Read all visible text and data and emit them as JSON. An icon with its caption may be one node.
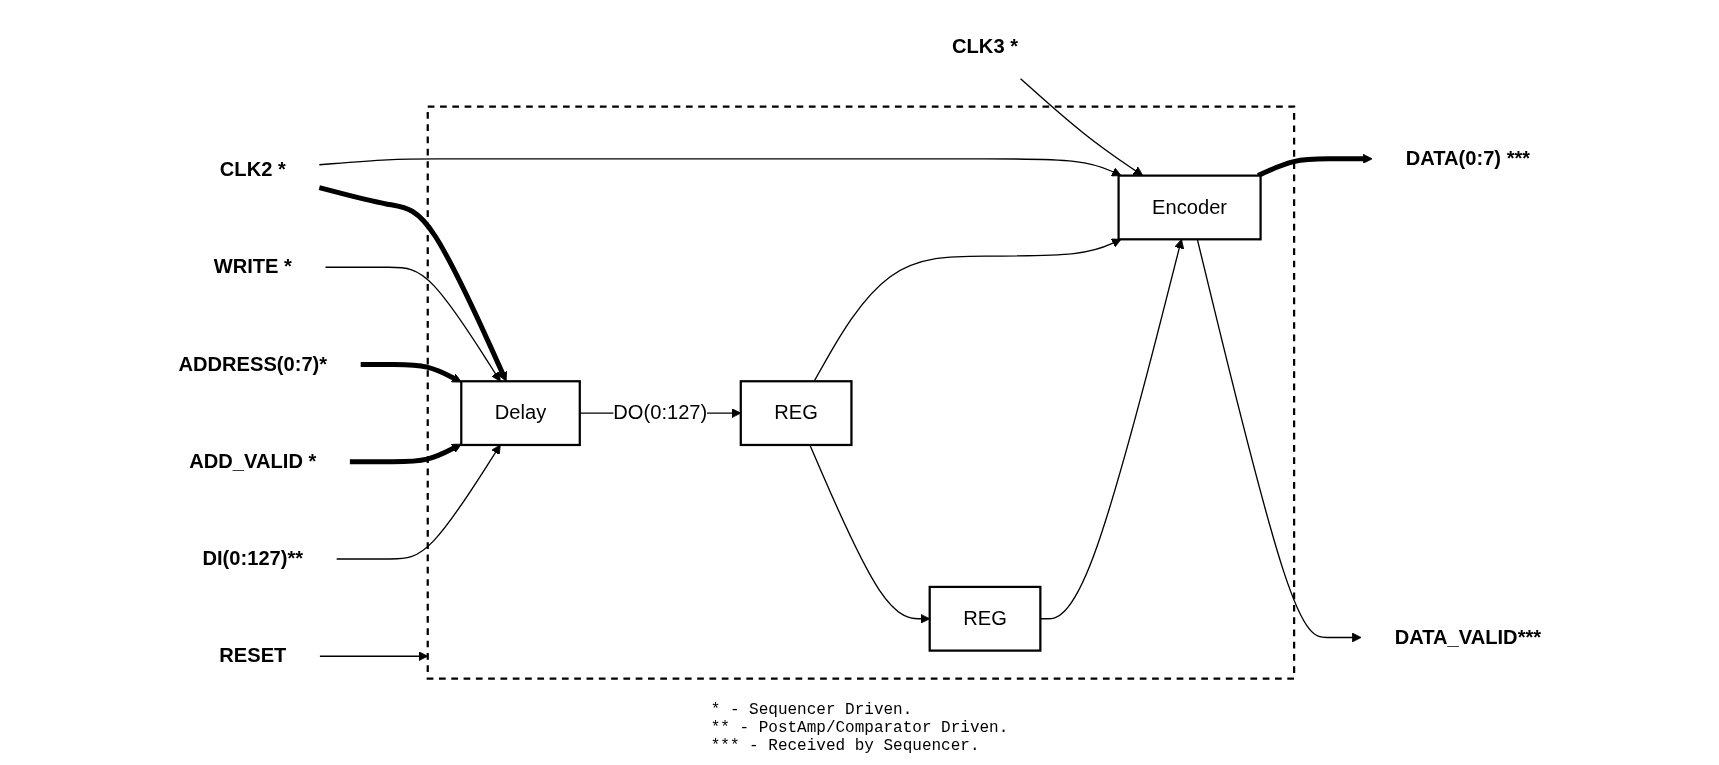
{
  "diagram": {
    "nodes": [
      {
        "text": [],
        "shape": "box"
      },
      {
        "text": [
          "CLK3 *"
        ]
      },
      {
        "text": [
          "CLK2 *"
        ]
      },
      {
        "text": [
          "WRITE *"
        ]
      },
      {
        "text": [
          "ADDRESS(0:7)*"
        ]
      },
      {
        "text": [
          "ADD_VALID *"
        ]
      },
      {
        "text": [
          "DI(0:127)**"
        ]
      },
      {
        "text": [
          "RESET"
        ]
      },
      {
        "text": [
          "Delay"
        ],
        "in": 0
      },
      {
        "text": [
          "REG"
        ],
        "in": 0
      },
      {
        "text": [
          "REG"
        ],
        "in": 0
      },
      {
        "text": [
          "Encoder"
        ],
        "in": 0
      },
      {
        "text": [
          "DATA(0:7) ***"
        ]
      },
      {
        "text": [
          "DATA_VALID***"
        ]
      }
    ],
    "edges": [
      {
        "from": 1,
        "to": 11,
        "arrow": "to"
      },
      {
        "from": 2,
        "to": 8,
        "arrow": "to",
        "style": "thick"
      },
      {
        "from": 2,
        "to": 11,
        "arrow": "to"
      },
      {
        "from": 3,
        "to": 8,
        "arrow": "to"
      },
      {
        "from": 4,
        "to": 8,
        "arrow": "to",
        "style": "thick"
      },
      {
        "from": 5,
        "to": 8,
        "arrow": "to",
        "style": "thick"
      },
      {
        "from": 6,
        "to": 8,
        "arrow": "to"
      },
      {
        "from": 7,
        "to": 0,
        "arrow": "to"
      },
      {
        "from": 8,
        "to": 9,
        "label": "DO(0:127)",
        "arrow": "to"
      },
      {
        "from": 9,
        "to": 10,
        "arrow": "to"
      },
      {
        "from": 9,
        "to": 11,
        "arrow": "to"
      },
      {
        "from": 10,
        "to": 11,
        "arrow": "to"
      },
      {
        "from": 11,
        "to": 12,
        "arrow": "to",
        "style": "thick"
      },
      {
        "from": 11,
        "to": 13,
        "arrow": "to"
      }
    ],
    "labels": [
      "* - Sequencer Driven.",
      "** - PostAmp/Comparator Driven.",
      "*** - Received by Sequencer."
    ]
  }
}
